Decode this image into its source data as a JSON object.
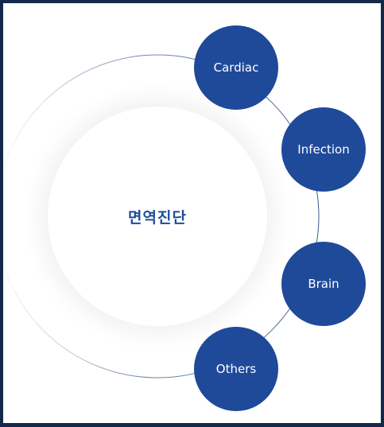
{
  "center": {
    "label": "면역진단"
  },
  "nodes": [
    {
      "label": "Cardiac"
    },
    {
      "label": "Infection"
    },
    {
      "label": "Brain"
    },
    {
      "label": "Others"
    }
  ],
  "colors": {
    "node_fill": "#1f4a9a",
    "center_text": "#1f4c9a",
    "ring_line": "#3a5a8a",
    "frame": "#13294a"
  }
}
